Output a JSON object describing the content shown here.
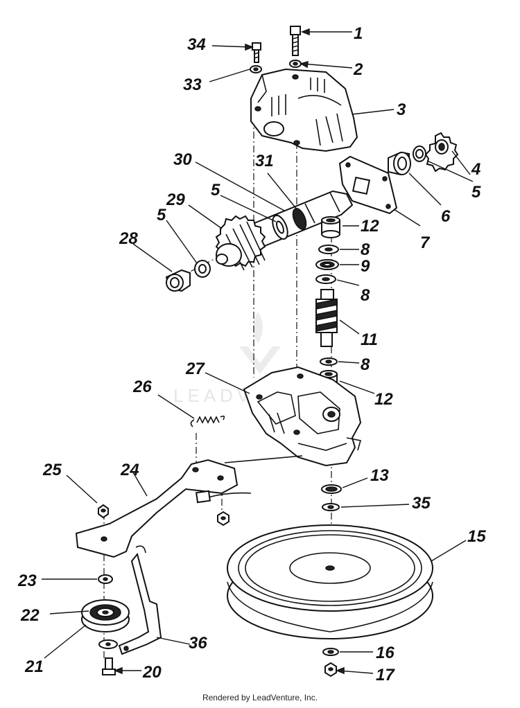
{
  "watermark": "LEADVENTURE",
  "footer": "Rendered by LeadVenture, Inc.",
  "callouts": [
    "1",
    "2",
    "3",
    "4",
    "5",
    "6",
    "7",
    "8",
    "9",
    "11",
    "12",
    "13",
    "15",
    "16",
    "17",
    "20",
    "21",
    "22",
    "23",
    "24",
    "25",
    "26",
    "27",
    "28",
    "29",
    "30",
    "31",
    "33",
    "34",
    "35",
    "36"
  ],
  "parts": [
    {
      "num": "1",
      "name": "bolt"
    },
    {
      "num": "2",
      "name": "washer"
    },
    {
      "num": "3",
      "name": "upper-gear-housing"
    },
    {
      "num": "4",
      "name": "sprocket"
    },
    {
      "num": "5",
      "name": "washer"
    },
    {
      "num": "6",
      "name": "bearing-bushing"
    },
    {
      "num": "7",
      "name": "bearing-plate"
    },
    {
      "num": "8",
      "name": "thrust-washer"
    },
    {
      "num": "9",
      "name": "thrust-bearing"
    },
    {
      "num": "11",
      "name": "worm-gear"
    },
    {
      "num": "12",
      "name": "bushing"
    },
    {
      "num": "13",
      "name": "bearing"
    },
    {
      "num": "15",
      "name": "pulley"
    },
    {
      "num": "16",
      "name": "washer"
    },
    {
      "num": "17",
      "name": "nut"
    },
    {
      "num": "20",
      "name": "shoulder-bolt"
    },
    {
      "num": "21",
      "name": "idler-pulley"
    },
    {
      "num": "22",
      "name": "bearing"
    },
    {
      "num": "23",
      "name": "washer"
    },
    {
      "num": "24",
      "name": "idler-arm"
    },
    {
      "num": "25",
      "name": "nut"
    },
    {
      "num": "26",
      "name": "spring"
    },
    {
      "num": "27",
      "name": "lower-gear-housing"
    },
    {
      "num": "28",
      "name": "bushing"
    },
    {
      "num": "29",
      "name": "gear"
    },
    {
      "num": "30",
      "name": "shaft"
    },
    {
      "num": "31",
      "name": "ring"
    },
    {
      "num": "33",
      "name": "washer"
    },
    {
      "num": "34",
      "name": "screw"
    },
    {
      "num": "35",
      "name": "washer"
    },
    {
      "num": "36",
      "name": "belt-guide"
    }
  ]
}
